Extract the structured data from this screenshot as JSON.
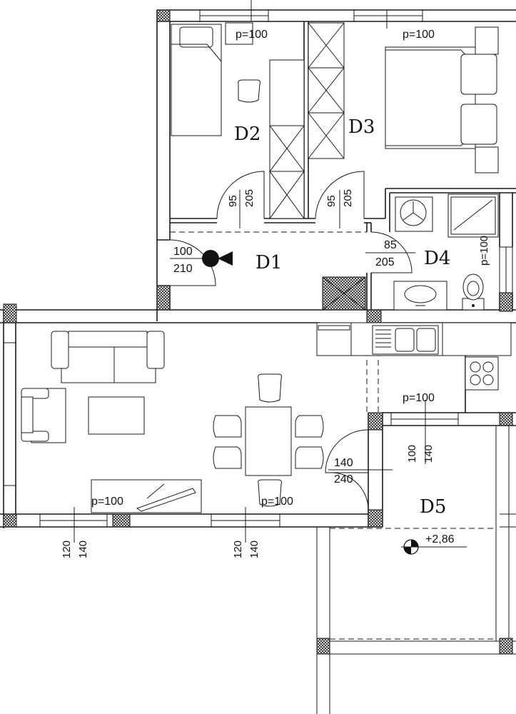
{
  "rooms": {
    "d1": "D1",
    "d2": "D2",
    "d3": "D3",
    "d4": "D4",
    "d5": "D5"
  },
  "windows": {
    "d2": "p=100",
    "d3": "p=100",
    "d4": "p=100",
    "kitchen": "p=100",
    "living_left": "p=100",
    "living_right": "p=100"
  },
  "doors": {
    "d2": {
      "width": "95",
      "height": "205"
    },
    "d3": {
      "width": "95",
      "height": "205"
    },
    "entrance": {
      "width": "100",
      "height": "210"
    },
    "d4": {
      "width": "85",
      "height": "205"
    },
    "terrace": {
      "width": "140",
      "height": "240"
    },
    "terrace_window": {
      "width": "100",
      "height": "140"
    },
    "living_window_1": {
      "width": "120",
      "height": "140"
    },
    "living_window_2": {
      "width": "120",
      "height": "140"
    }
  },
  "elevation": "+2,86",
  "icons": [
    "entrance-marker-icon",
    "level-marker-icon",
    "door-swing-icon",
    "wardrobe-icon",
    "bed-icon",
    "chair-icon",
    "sofa-icon",
    "armchair-icon",
    "table-icon",
    "washing-machine-icon",
    "shower-icon",
    "washbasin-icon",
    "toilet-icon",
    "sink-icon",
    "stove-icon"
  ]
}
